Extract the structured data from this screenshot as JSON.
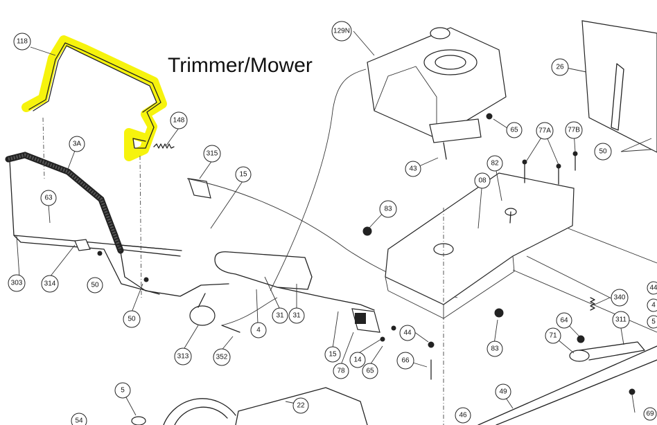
{
  "diagram": {
    "title": "Trimmer/Mower",
    "highlight_color": "#f6f200",
    "line_color": "#222222",
    "labels": {
      "l118": "118",
      "l3a": "3A",
      "l63": "63",
      "l303": "303",
      "l314": "314",
      "l50a": "50",
      "l50b": "50",
      "l148": "148",
      "l315": "315",
      "l15a": "15",
      "l15b": "15",
      "l313": "313",
      "l352": "352",
      "l4": "4",
      "l31a": "31",
      "l31b": "31",
      "l5": "5",
      "l54": "54",
      "l78": "78",
      "l14": "14",
      "l65a": "65",
      "l65b": "65",
      "l44a": "44",
      "l44b": "44",
      "l66": "66",
      "l22": "22",
      "l46": "46",
      "l49": "49",
      "l83a": "83",
      "l83b": "83",
      "l43": "43",
      "l08": "08",
      "l82": "82",
      "l77a": "77A",
      "l77b": "77B",
      "l50c": "50",
      "l26": "26",
      "l129n": "129N",
      "l340": "340",
      "l311": "311",
      "l64": "64",
      "l71": "71",
      "l69": "69",
      "l4r": "4",
      "l5r": "5"
    }
  }
}
